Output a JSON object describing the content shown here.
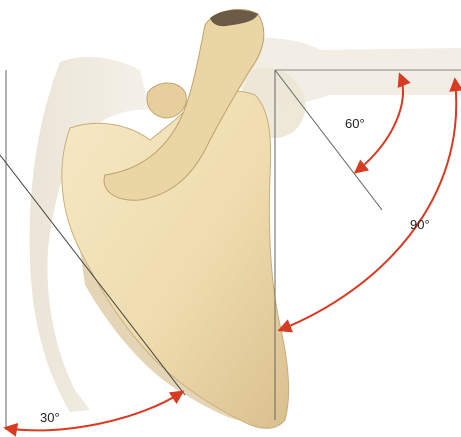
{
  "angles": [
    {
      "label": "60°"
    },
    {
      "label": "90°"
    },
    {
      "label": "30°"
    }
  ],
  "colors": {
    "bone": "#f0dfb4",
    "bone_shadow": "#d2b98a",
    "bone_ghost": "#ece6d8",
    "arc": "#d93a22",
    "guide_line": "#555555"
  }
}
